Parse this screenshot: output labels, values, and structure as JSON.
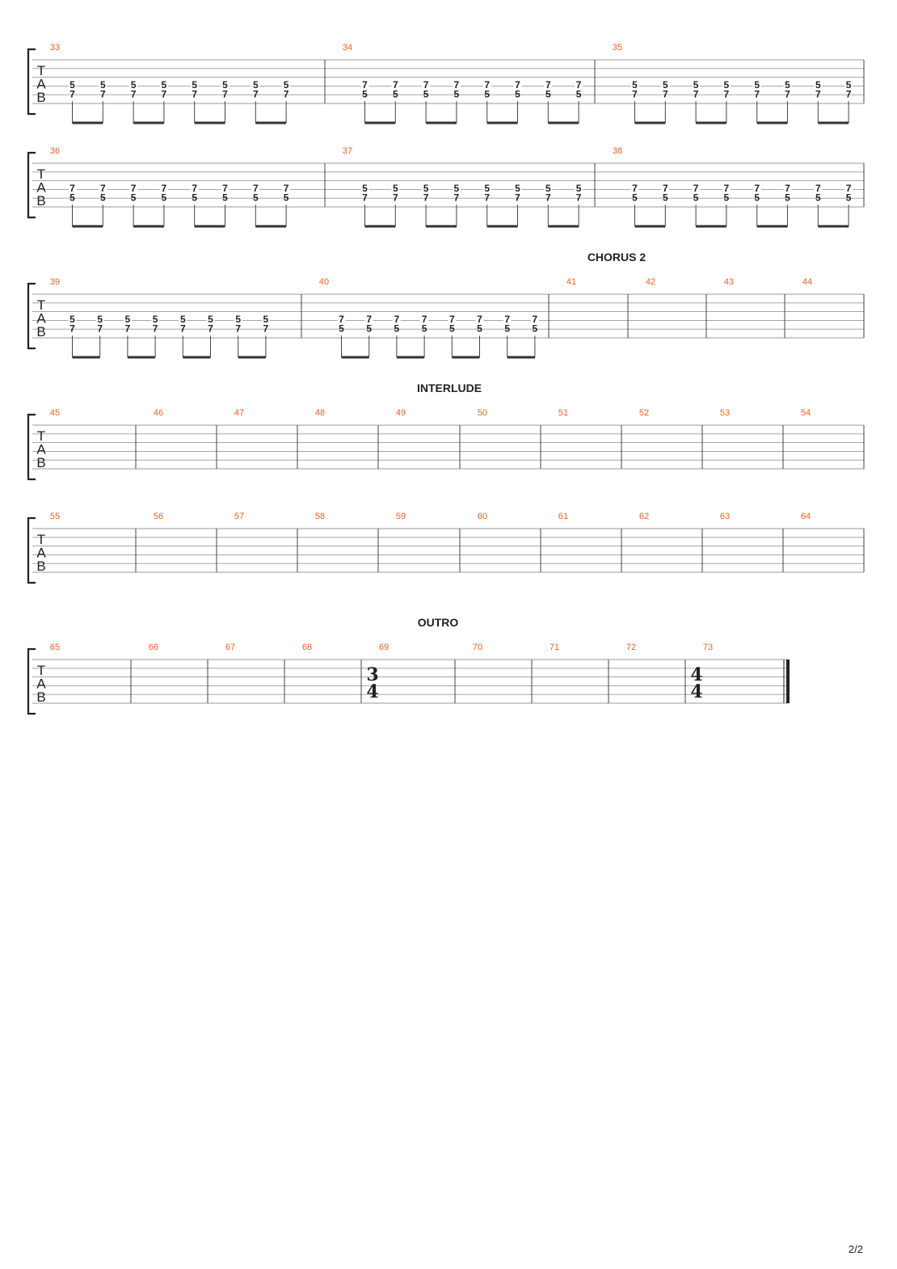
{
  "page_number": "2/2",
  "colors": {
    "bar_number": "#e8622a",
    "staff_line": "#9a9a9a",
    "note": "#222222",
    "bracket": "#222222"
  },
  "tab_clef": [
    "T",
    "A",
    "B"
  ],
  "section_labels": [
    "CHORUS 2",
    "INTERLUDE",
    "OUTRO"
  ],
  "systems": [
    {
      "bars": [
        {
          "number": "33",
          "top": "5",
          "bottom": "7",
          "count": 8
        },
        {
          "number": "34",
          "top": "7",
          "bottom": "5",
          "count": 8
        },
        {
          "number": "35",
          "top": "5",
          "bottom": "7",
          "count": 8
        }
      ]
    },
    {
      "bars": [
        {
          "number": "36",
          "top": "7",
          "bottom": "5",
          "count": 8
        },
        {
          "number": "37",
          "top": "5",
          "bottom": "7",
          "count": 8
        },
        {
          "number": "38",
          "top": "7",
          "bottom": "5",
          "count": 8
        }
      ]
    },
    {
      "section": "CHORUS 2",
      "bars": [
        {
          "number": "39",
          "top": "5",
          "bottom": "7",
          "count": 8
        },
        {
          "number": "40",
          "top": "7",
          "bottom": "5",
          "count": 8
        },
        {
          "number": "41"
        },
        {
          "number": "42"
        },
        {
          "number": "43"
        },
        {
          "number": "44"
        }
      ]
    },
    {
      "section": "INTERLUDE",
      "bars": [
        {
          "number": "45"
        },
        {
          "number": "46"
        },
        {
          "number": "47"
        },
        {
          "number": "48"
        },
        {
          "number": "49"
        },
        {
          "number": "50"
        },
        {
          "number": "51"
        },
        {
          "number": "52"
        },
        {
          "number": "53"
        },
        {
          "number": "54"
        }
      ]
    },
    {
      "bars": [
        {
          "number": "55"
        },
        {
          "number": "56"
        },
        {
          "number": "57"
        },
        {
          "number": "58"
        },
        {
          "number": "59"
        },
        {
          "number": "60"
        },
        {
          "number": "61"
        },
        {
          "number": "62"
        },
        {
          "number": "63"
        },
        {
          "number": "64"
        }
      ]
    },
    {
      "section": "OUTRO",
      "final_barline": true,
      "bars": [
        {
          "number": "65"
        },
        {
          "number": "66"
        },
        {
          "number": "67"
        },
        {
          "number": "68"
        },
        {
          "number": "69",
          "time_signature": [
            "3",
            "4"
          ]
        },
        {
          "number": "70"
        },
        {
          "number": "71"
        },
        {
          "number": "72"
        },
        {
          "number": "73",
          "time_signature": [
            "4",
            "4"
          ]
        }
      ]
    }
  ]
}
